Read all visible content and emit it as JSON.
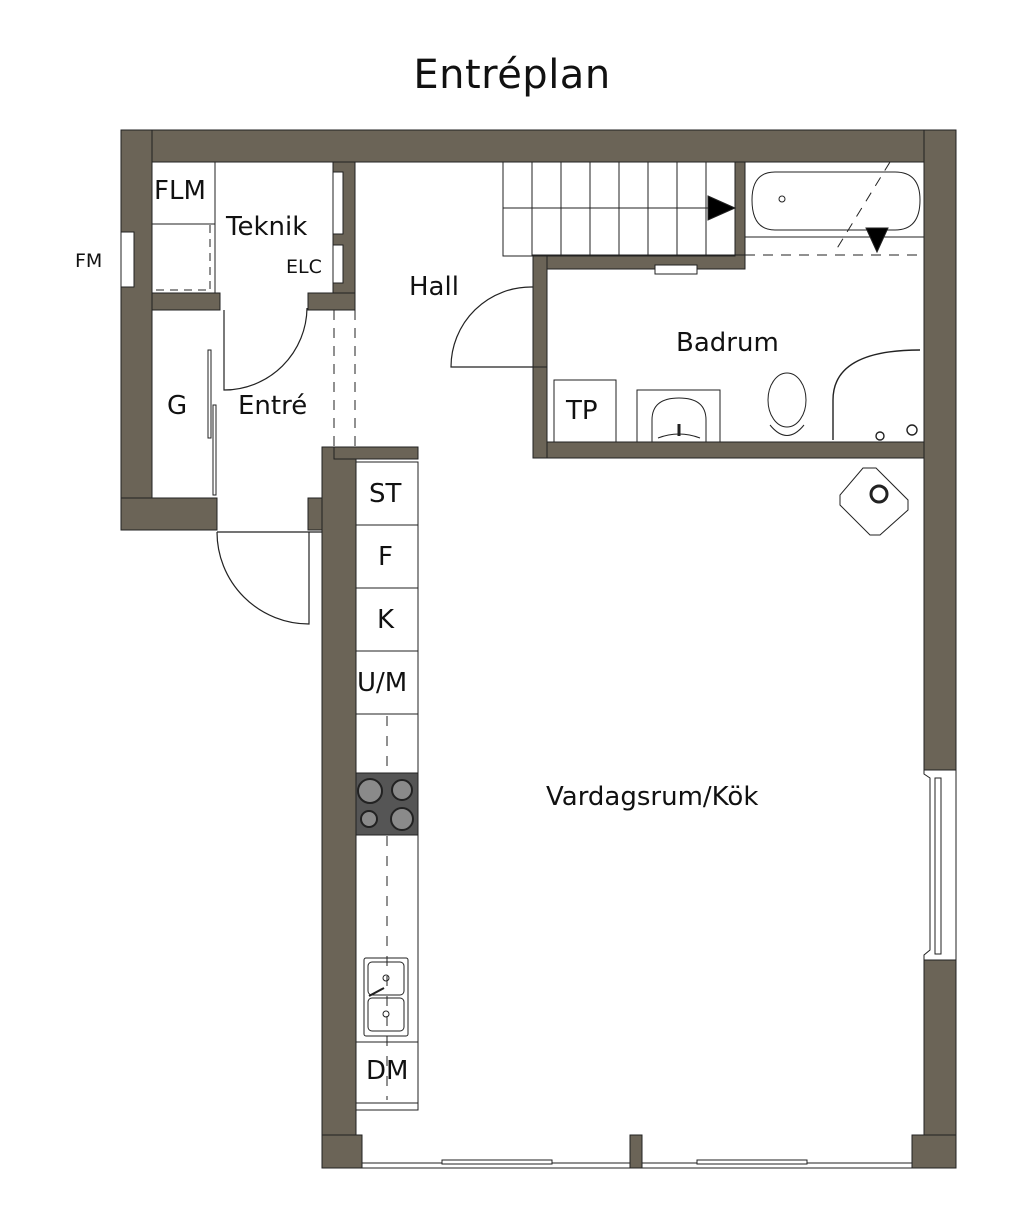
{
  "title": "Entréplan",
  "colors": {
    "wall": "#6b6457",
    "background": "#ffffff",
    "line": "#222222",
    "stove": "#555555"
  },
  "rooms": {
    "hall": "Hall",
    "badrum": "Badrum",
    "entre": "Entré",
    "teknik": "Teknik",
    "vardagsrum_kok": "Vardagsrum/Kök",
    "garderob": "G"
  },
  "fixtures": {
    "flm": "FLM",
    "elc": "ELC",
    "fm": "FM",
    "tp": "TP"
  },
  "kitchen_units": [
    "ST",
    "F",
    "K",
    "U/M",
    "DM"
  ],
  "symbols": [
    "stair-icon",
    "bathtub-icon",
    "sink-icon",
    "toilet-icon",
    "shower-icon",
    "stove-icon",
    "kitchen-sink-icon",
    "floor-drain-icon",
    "window-icon",
    "door-icon"
  ]
}
